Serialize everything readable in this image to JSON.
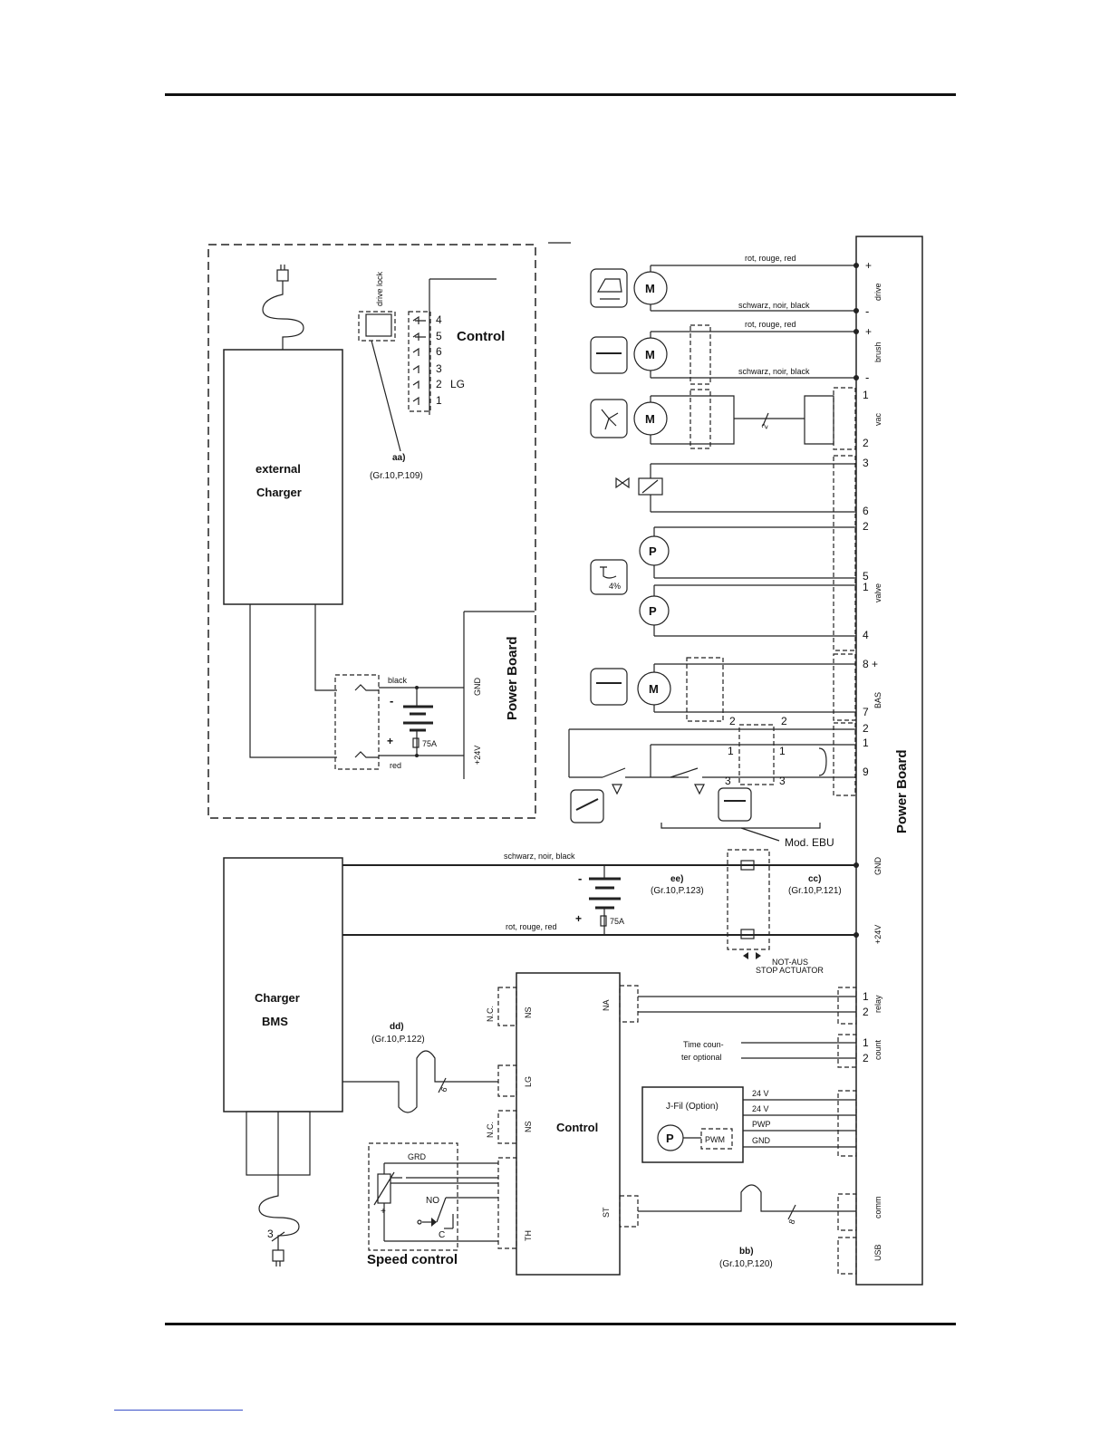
{
  "external_charger": {
    "label_1": "external",
    "label_2": "Charger"
  },
  "charger_bms": {
    "label_1": "Charger",
    "label_2": "BMS"
  },
  "power_board": {
    "label": "Power Board",
    "label_small": "Power Board"
  },
  "control_top": {
    "label": "Control",
    "drive_lock": "drive lock",
    "lg": "LG",
    "pins": [
      "4",
      "5",
      "6",
      "3",
      "2",
      "1"
    ]
  },
  "control_main": {
    "label": "Control",
    "nc": "N.C.",
    "ns": "NS",
    "lg": "LG",
    "th": "TH",
    "na": "NA",
    "st": "ST"
  },
  "refs": {
    "aa": "aa)",
    "aa_ref": "(Gr.10,P.109)",
    "bb": "bb)",
    "bb_ref": "(Gr.10,P.120)",
    "cc": "cc)",
    "cc_ref": "(Gr.10,P.121)",
    "dd": "dd)",
    "dd_ref": "(Gr.10,P.122)",
    "ee": "ee)",
    "ee_ref": "(Gr.10,P.123)"
  },
  "wires": {
    "rot_rouge_red": "rot, rouge, red",
    "schwarz_noir_black": "schwarz, noir, black",
    "black": "black",
    "red": "red",
    "gnd": "GND",
    "plus24": "+24V",
    "fuse": "75A",
    "minus": "-",
    "plus": "+",
    "count3": "3",
    "count6": "6",
    "count8": "8",
    "count2": "2"
  },
  "connectors": {
    "drive": "drive",
    "brush": "brush",
    "vac": "vac",
    "valve": "valve",
    "bas": "BAS",
    "relay": "relay",
    "count": "count",
    "comm": "comm",
    "usb": "USB"
  },
  "pins": {
    "drive_plus": "+",
    "drive_minus": "-",
    "brush_plus": "+",
    "brush_minus": "-",
    "vac_1": "1",
    "vac_2": "2",
    "valve_3": "3",
    "valve_6": "6",
    "valve_2": "2",
    "valve_5": "5",
    "valve_1": "1",
    "valve_4": "4",
    "bas_8": "8 +",
    "bas_7": "7",
    "sw_2": "2",
    "sw_1": "1",
    "sw_9": "9",
    "relay_1": "1",
    "relay_2": "2",
    "count_1": "1",
    "count_2": "2"
  },
  "symbols": {
    "motor": "M",
    "pump": "P",
    "pwm": "PWM"
  },
  "mod_ebu": "Mod. EBU",
  "stop": {
    "line1": "NOT-AUS",
    "line2": "STOP ACTUATOR"
  },
  "time_counter": {
    "line1": "Time coun-",
    "line2": "ter optional"
  },
  "jfil": {
    "label": "J-Fil (Option)",
    "v24a": "24 V",
    "v24b": "24 V",
    "pwp": "PWP",
    "gnd": "GND"
  },
  "speed_control": {
    "label": "Speed control",
    "grd": "GRD",
    "no": "NO",
    "c": "C",
    "plus": "+"
  },
  "switch_pins": {
    "a2": "2",
    "b2": "2",
    "a1": "1",
    "b1": "1",
    "a3": "3",
    "b3": "3"
  },
  "percent": "4%"
}
